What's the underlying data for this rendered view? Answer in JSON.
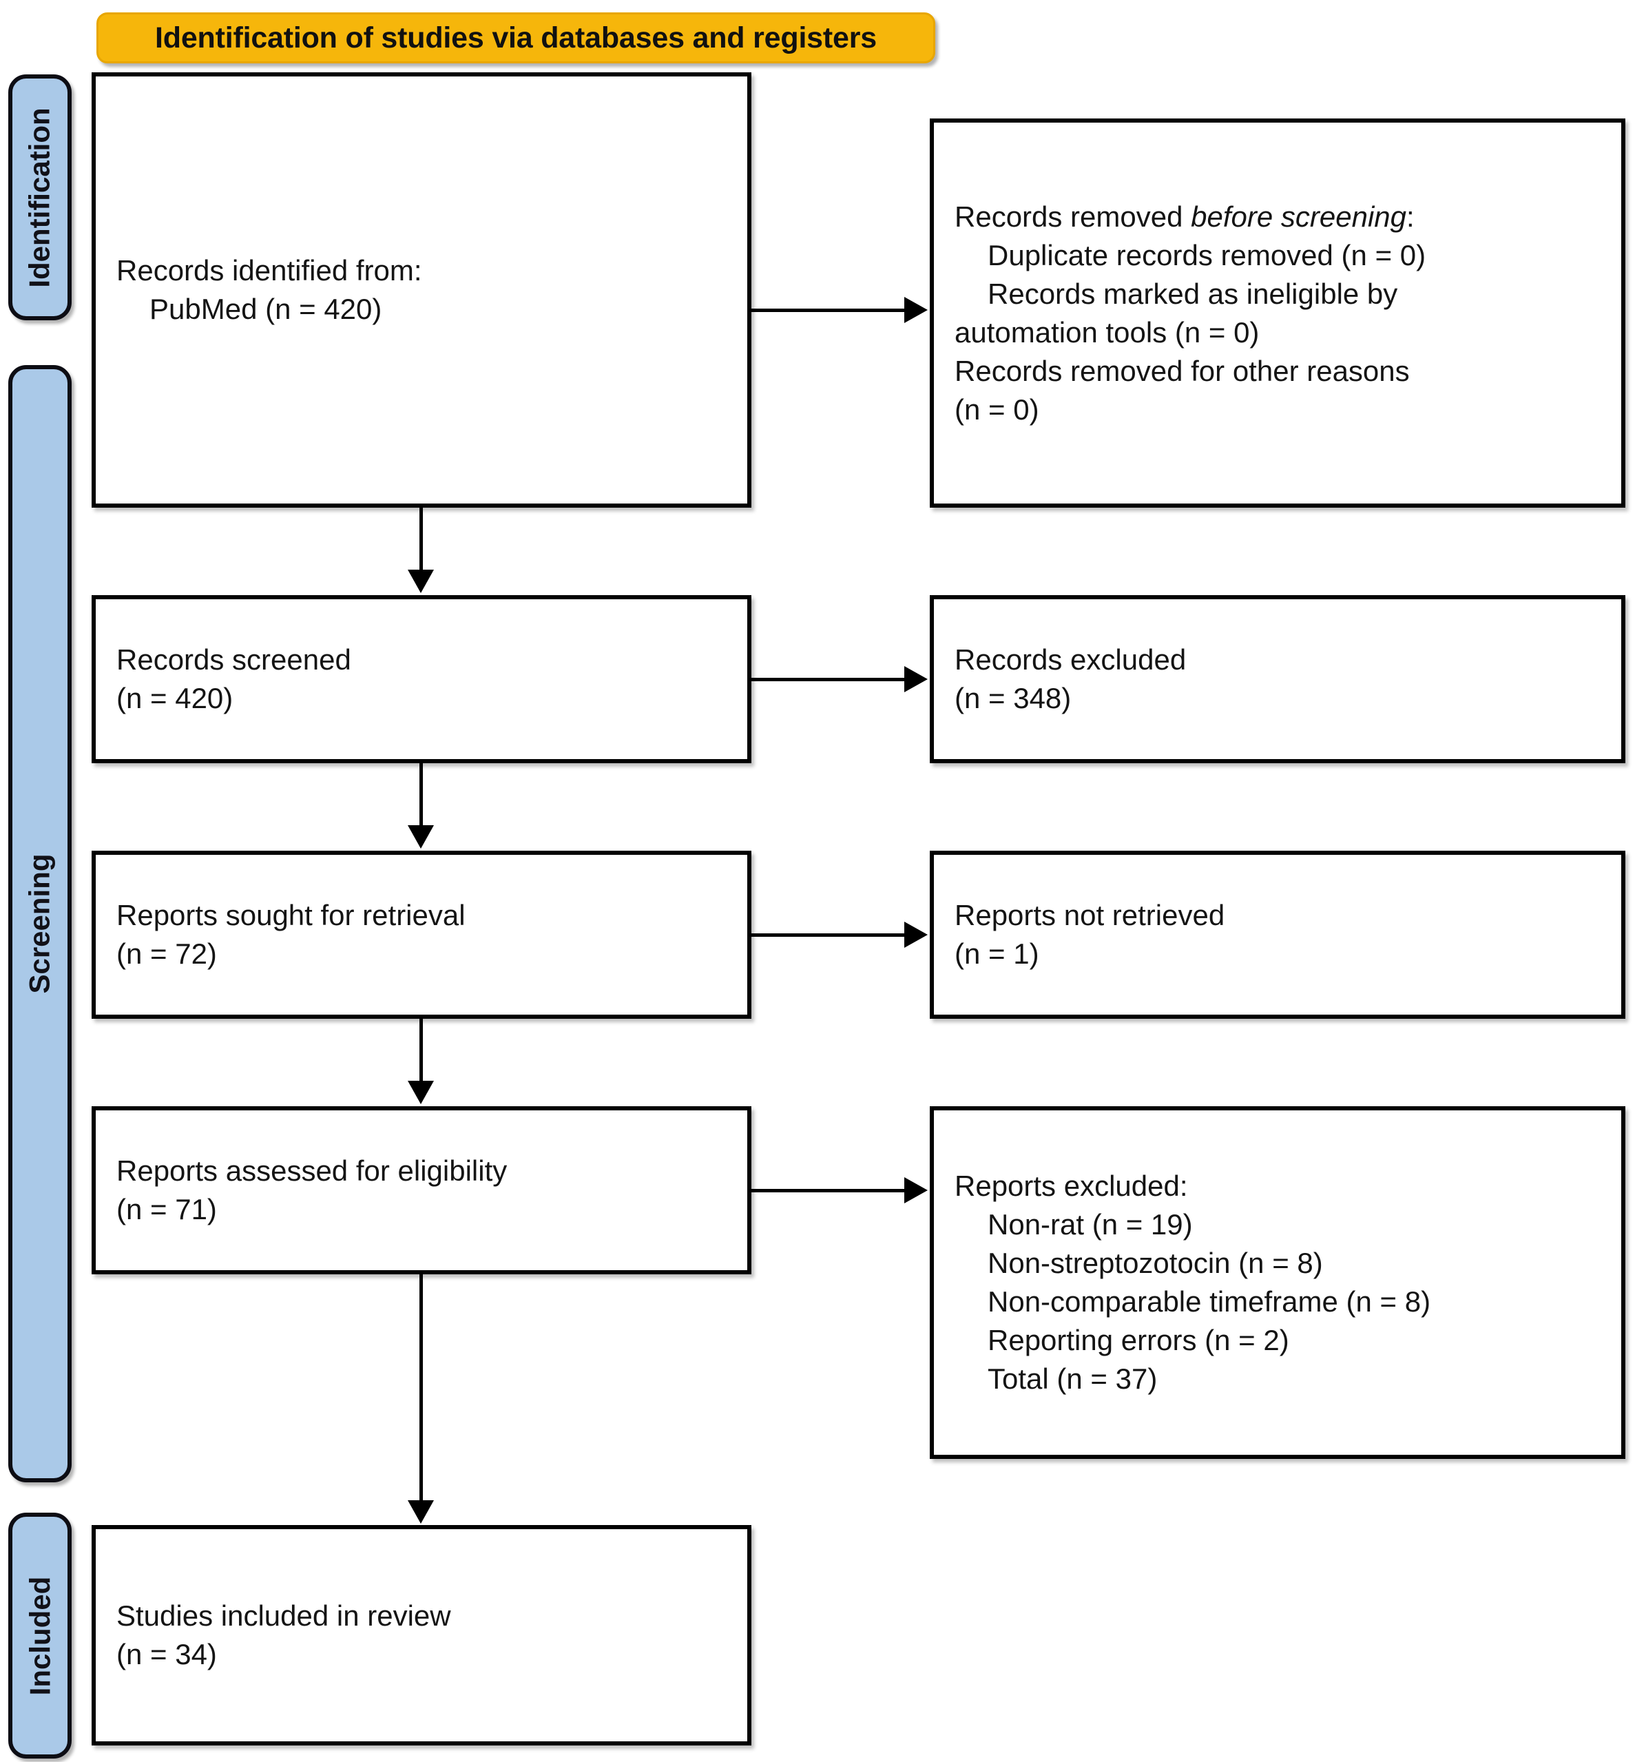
{
  "banner": {
    "title": "Identification of studies via databases and registers"
  },
  "rails": [
    {
      "label": "Identification"
    },
    {
      "label": "Screening"
    },
    {
      "label": "Included"
    }
  ],
  "boxes": {
    "identified": {
      "lines": [
        "Records identified from:",
        "PubMed (n = 420)"
      ]
    },
    "removed_before_screening": {
      "heading_prefix": "Records removed ",
      "heading_italic": "before screening",
      "heading_suffix": ":",
      "lines": [
        "Duplicate records removed (n = 0)",
        "Records marked as ineligible by",
        "automation tools (n = 0)",
        "Records removed for other reasons",
        "(n = 0)"
      ]
    },
    "screened": {
      "lines": [
        "Records screened",
        "(n = 420)"
      ]
    },
    "records_excluded": {
      "lines": [
        "Records excluded",
        "(n = 348)"
      ]
    },
    "sought": {
      "lines": [
        "Reports sought for retrieval",
        "(n = 72)"
      ]
    },
    "not_retrieved": {
      "lines": [
        "Reports not retrieved",
        "(n = 1)"
      ]
    },
    "assessed": {
      "lines": [
        "Reports assessed for eligibility",
        "(n = 71)"
      ]
    },
    "reports_excluded": {
      "heading": "Reports excluded:",
      "lines": [
        "Non-rat (n = 19)",
        "Non-streptozotocin (n = 8)",
        "Non-comparable timeframe (n = 8)",
        "Reporting errors (n = 2)",
        "Total (n = 37)"
      ]
    },
    "included": {
      "lines": [
        "Studies included in review",
        "(n = 34)"
      ]
    }
  },
  "colors": {
    "banner_fill": "#f6b60b",
    "rail_fill": "#aac9e8",
    "box_border": "#000000",
    "text": "#141414"
  }
}
